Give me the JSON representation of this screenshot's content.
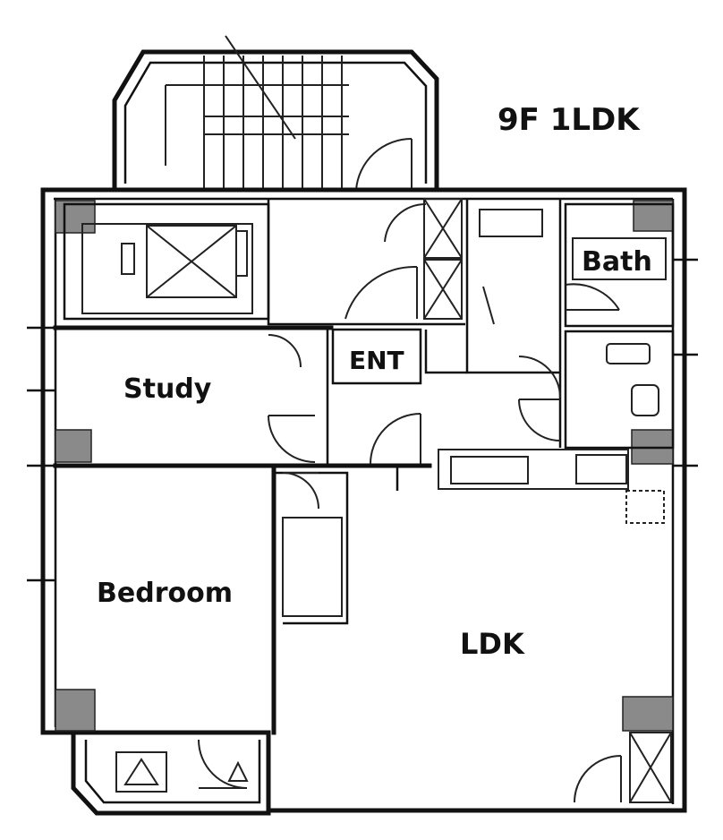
{
  "plan": {
    "title": "9F 1LDK",
    "rooms": {
      "study": "Study",
      "bedroom": "Bedroom",
      "ldk": "LDK",
      "bath": "Bath",
      "entrance": "ENT"
    }
  }
}
